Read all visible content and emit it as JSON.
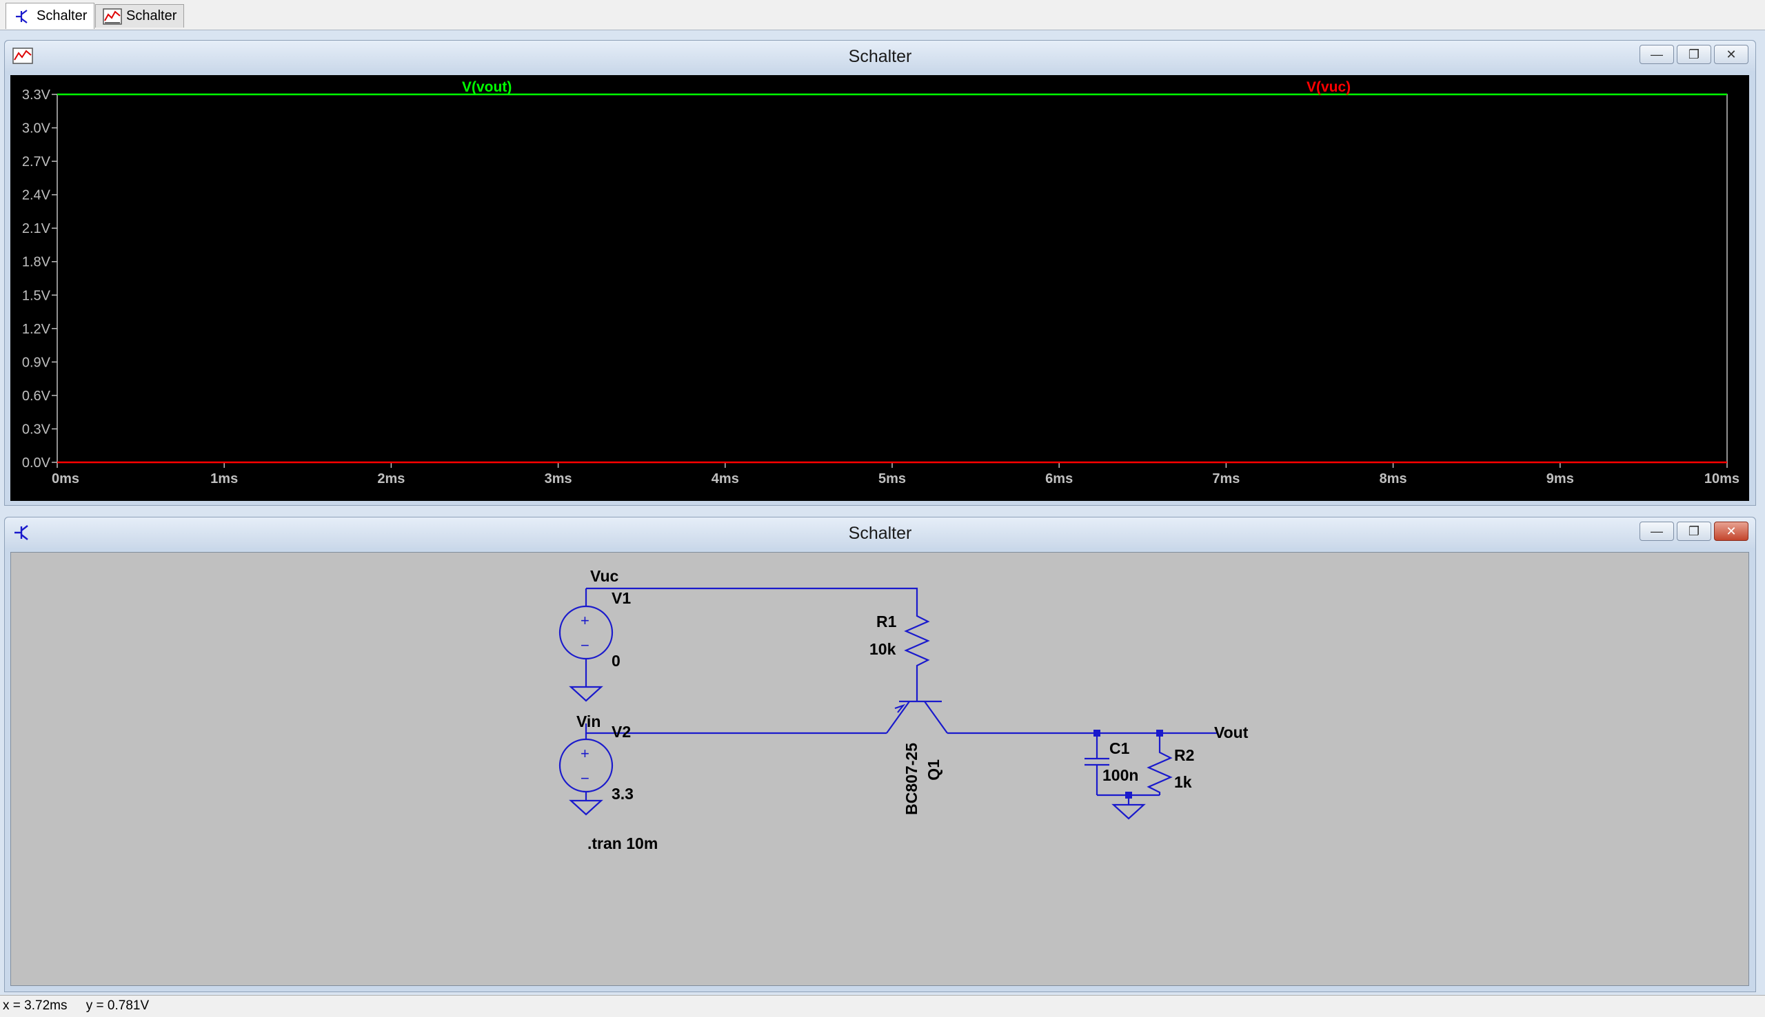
{
  "tabs": [
    {
      "label": "Schalter",
      "icon": "schematic-icon"
    },
    {
      "label": "Schalter",
      "icon": "waveform-icon"
    }
  ],
  "plot_window": {
    "title": "Schalter",
    "buttons": {
      "minimize": "—",
      "restore": "❐",
      "close": "✕"
    }
  },
  "schematic_window": {
    "title": "Schalter",
    "buttons": {
      "minimize": "—",
      "restore": "❐",
      "close": "✕"
    }
  },
  "chart_data": {
    "type": "line",
    "xlim": [
      0,
      10
    ],
    "ylim": [
      0,
      3.3
    ],
    "x_ticks": [
      "0ms",
      "1ms",
      "2ms",
      "3ms",
      "4ms",
      "5ms",
      "6ms",
      "7ms",
      "8ms",
      "9ms",
      "10ms"
    ],
    "y_ticks": [
      "3.3V",
      "3.0V",
      "2.7V",
      "2.4V",
      "2.1V",
      "1.8V",
      "1.5V",
      "1.2V",
      "0.9V",
      "0.6V",
      "0.3V",
      "0.0V"
    ],
    "grid": false,
    "series": [
      {
        "name": "V(vout)",
        "color": "#00ff00",
        "x": [
          0,
          10
        ],
        "y": [
          3.3,
          3.3
        ]
      },
      {
        "name": "V(vuc)",
        "color": "#ff0000",
        "x": [
          0,
          10
        ],
        "y": [
          0,
          0
        ]
      }
    ],
    "colors": {
      "background": "#000000",
      "axis": "#c0c0c0"
    }
  },
  "schematic": {
    "net_vuc": "Vuc",
    "net_vin": "Vin",
    "net_vout": "Vout",
    "v1_name": "V1",
    "v1_value": "0",
    "v2_name": "V2",
    "v2_value": "3.3",
    "r1_name": "R1",
    "r1_value": "10k",
    "r2_name": "R2",
    "r2_value": "1k",
    "c1_name": "C1",
    "c1_value": "100n",
    "q1_name": "Q1",
    "q1_model": "BC807-25",
    "directive": ".tran 10m",
    "wire_color": "#1a1acc"
  },
  "status": {
    "x_readout": "x = 3.72ms",
    "y_readout": "y = 0.781V"
  }
}
